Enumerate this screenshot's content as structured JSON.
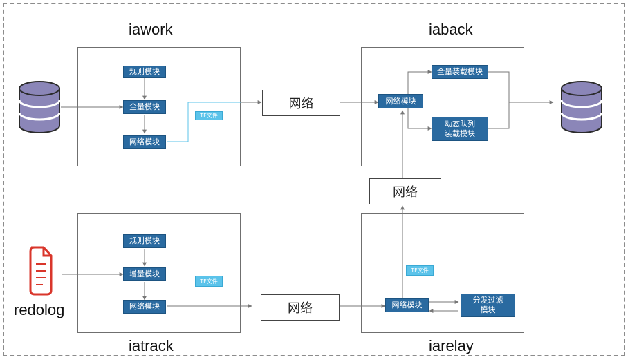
{
  "outer_frame": true,
  "groups": {
    "iawork": {
      "title": "iawork",
      "modules": [
        "规则模块",
        "全量模块",
        "网络模块"
      ],
      "tf_label": "TF文件"
    },
    "iaback": {
      "title": "iaback",
      "modules": [
        "网络模块",
        "全量装载模块",
        "动态队列\n装载模块"
      ]
    },
    "iatrack": {
      "title": "iatrack",
      "modules": [
        "规则模块",
        "增量模块",
        "网络模块"
      ],
      "tf_label": "TF文件"
    },
    "iarelay": {
      "title": "iarelay",
      "modules": [
        "网络模块",
        "分发过滤\n模块"
      ],
      "tf_label": "TF文件"
    }
  },
  "network_labels": {
    "top": "网络",
    "middle": "网络",
    "bottom": "网络"
  },
  "source": {
    "redolog_label": "redolog"
  },
  "colors": {
    "module_fill": "#2a6aa0",
    "tf_fill": "#5bc3ea",
    "db_fill": "#8b86b8",
    "file_icon": "#d9362b"
  }
}
